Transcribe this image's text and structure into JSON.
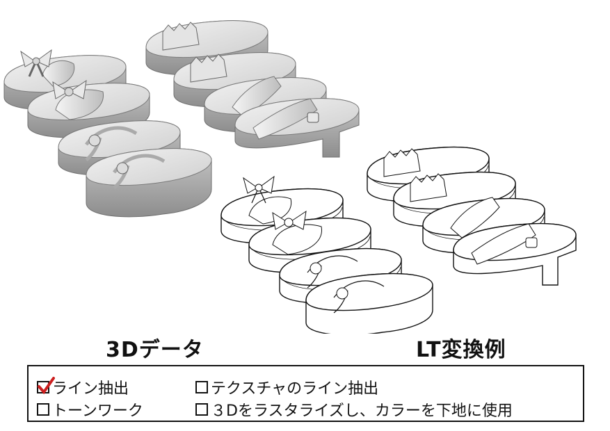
{
  "captions": {
    "left": "3Dデータ",
    "right": "LT変換例"
  },
  "options": [
    {
      "label": "ライン抽出",
      "checked": true
    },
    {
      "label": "テクスチャのライン抽出",
      "checked": false
    },
    {
      "label": "トーンワーク",
      "checked": false
    },
    {
      "label": "３Dをラスタライズし、カラーを下地に使用",
      "checked": false
    }
  ],
  "colors": {
    "check_mark": "#cc1f1f",
    "shade_light": "#e6e6e6",
    "shade_dark": "#9a9a9a"
  }
}
